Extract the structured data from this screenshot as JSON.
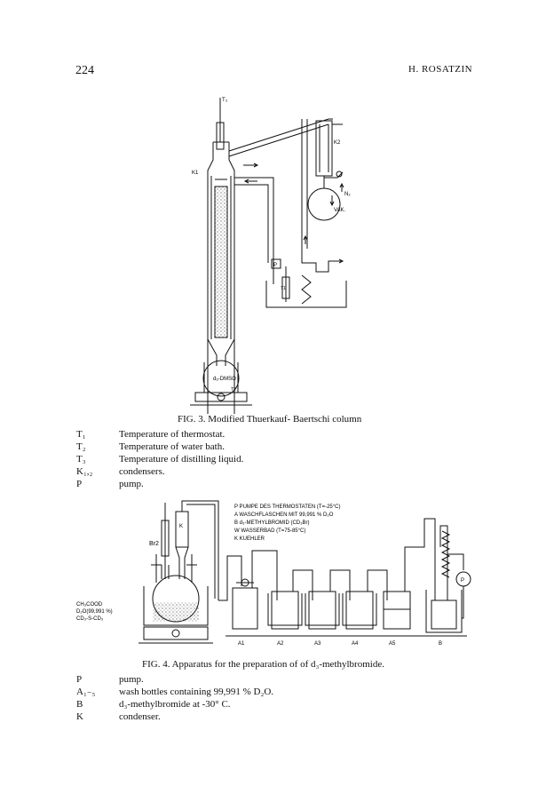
{
  "header": {
    "page_number": "224",
    "running_head": "H. ROSATZIN"
  },
  "figure3": {
    "labels": {
      "t3": "T₃",
      "k1": "K1",
      "k2": "K2",
      "n2": "N₂",
      "vak": "VAK.",
      "p": "P",
      "t1": "T1",
      "t2": "T2",
      "flask": "d₆-DMSO"
    },
    "caption": "FIG. 3. Modified Thuerkauf- Baertschi column",
    "legend": [
      {
        "sym": "T₁",
        "desc": "Temperature of thermostat."
      },
      {
        "sym": "T₂",
        "desc": "Temperature of water bath."
      },
      {
        "sym": "T₃",
        "desc": "Temperature of distilling liquid."
      },
      {
        "sym": "K₁,₂",
        "desc": "condensers."
      },
      {
        "sym": "P",
        "desc": "pump."
      }
    ]
  },
  "figure4": {
    "key": [
      "P  PUMPE DES THERMOSTATEN (T=-25°C)",
      "A  WASCHFLASCHEN MIT 99,991 % D₂O",
      "B  d₃-METHYLBROMID (CD₃Br)",
      "W  WASSERBAD (T=75-85°C)",
      "K  KUEHLER"
    ],
    "labels": {
      "br2": "Br2",
      "k": "K",
      "reagent1": "CH₃COOD",
      "reagent2": "D₂O(99,991 %)",
      "reagent3": "CD₃-S-CD₃",
      "a1": "A1",
      "a2": "A2",
      "a3": "A3",
      "a4": "A4",
      "a5": "A5",
      "b": "B",
      "p": "P"
    },
    "caption": "FIG. 4. Apparatus for the preparation of of d₃-methylbromide.",
    "legend": [
      {
        "sym": "P",
        "desc": "pump."
      },
      {
        "sym": "A₁₋₅",
        "desc": "wash bottles containing 99,991 % D₂O."
      },
      {
        "sym": "B",
        "desc": "d₃-methylbromide at -30° C."
      },
      {
        "sym": "K",
        "desc": "condenser."
      }
    ]
  }
}
